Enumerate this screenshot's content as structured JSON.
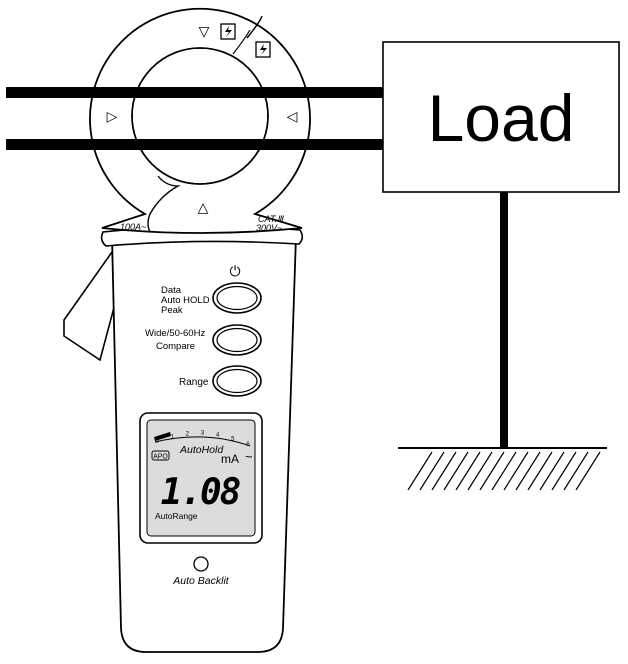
{
  "load": {
    "label": "Load"
  },
  "clamp": {
    "marker_top": "▽",
    "marker_left": "▷",
    "marker_right": "◁",
    "marker_bottom": "△",
    "rating_left": "100A~",
    "rating_right_line1": "CAT.Ⅲ",
    "rating_right_line2": "300V~"
  },
  "buttons": {
    "power_symbol": "⏻",
    "data_line1": "Data",
    "data_line2": "Auto HOLD",
    "data_line3": "Peak",
    "wide_line1": "Wide/50-60Hz",
    "wide_line2": "Compare",
    "range_label": "Range"
  },
  "display": {
    "scale_marks": [
      "0",
      "1",
      "2",
      "3",
      "4",
      "5",
      "6"
    ],
    "autohold": "AutoHold",
    "apo": "APO",
    "unit": "mA",
    "ac_symbol": "~",
    "reading": "1.08",
    "autorange": "AutoRange"
  },
  "backlight": {
    "label": "Auto Backlit"
  }
}
